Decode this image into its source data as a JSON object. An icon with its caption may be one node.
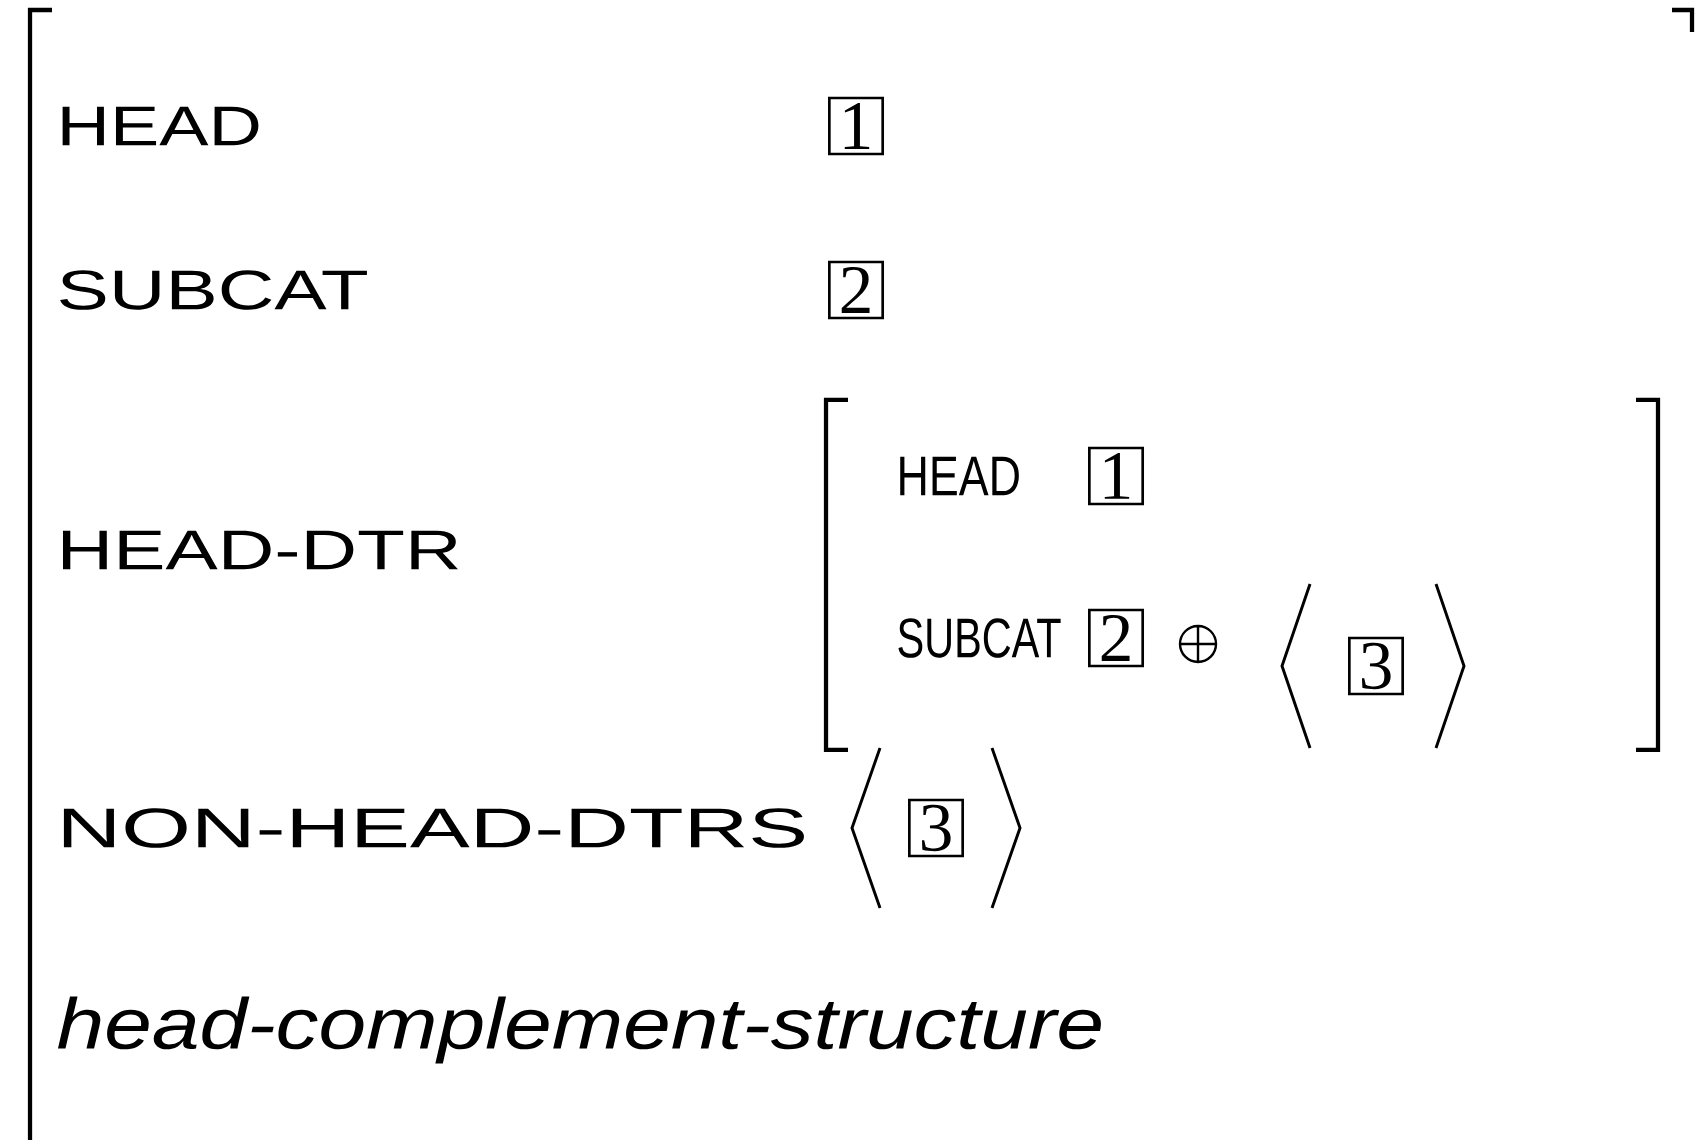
{
  "diagram": {
    "nodes": [
      {
        "text": [
          "1"
        ]
      },
      {
        "text": [
          "2"
        ]
      },
      {
        "text": [
          "1"
        ]
      },
      {
        "text": [
          "2"
        ]
      },
      {
        "text": [
          "3"
        ]
      },
      {
        "text": [
          "3"
        ]
      }
    ],
    "labels": [
      "HEAD",
      "SUBCAT",
      "HEAD-DTR",
      "HEAD",
      "SUBCAT",
      "NON-HEAD-DTRS",
      "head-complement-structure"
    ]
  }
}
